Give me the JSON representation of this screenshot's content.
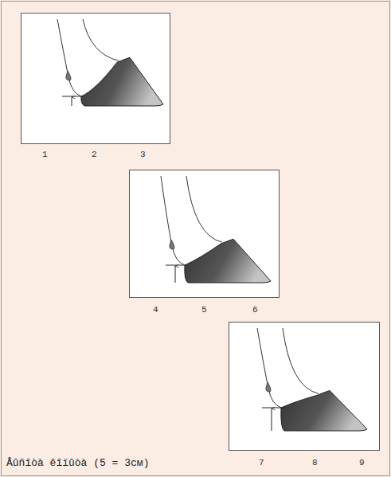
{
  "diagram": {
    "caption": "Âûñîòà êîïûòà (5 = 3см)",
    "labels": [
      "1",
      "2",
      "3",
      "4",
      "5",
      "6",
      "7",
      "8",
      "9"
    ]
  }
}
